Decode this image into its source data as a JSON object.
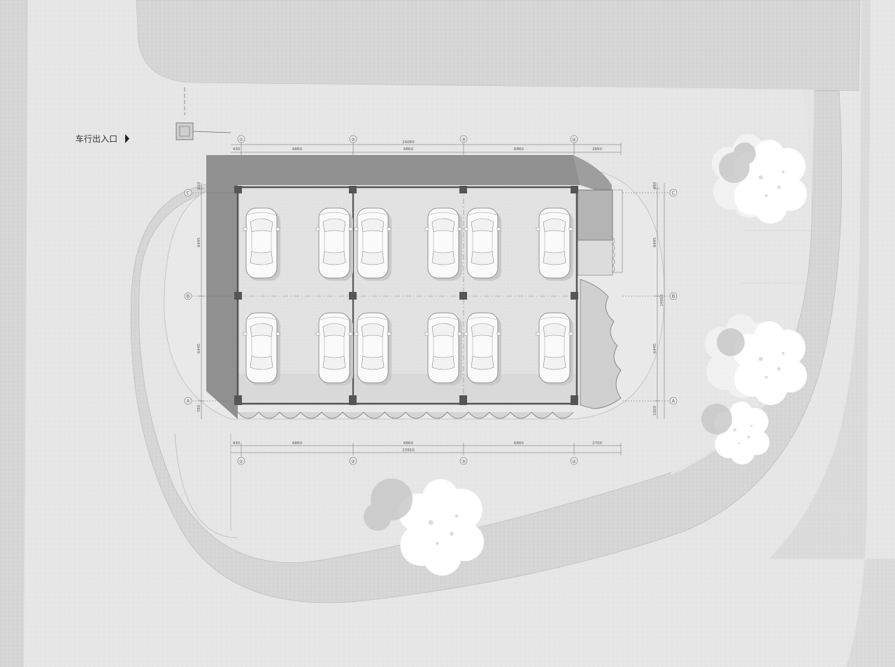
{
  "entrance": {
    "label": "车行出入口",
    "marker_icon": "triangle-marker-icon"
  },
  "grid_axes": {
    "columns": [
      "①",
      "②",
      "③",
      "④"
    ],
    "rows": [
      "C",
      "B",
      "A"
    ]
  },
  "dimensions": {
    "top_segments": [
      "430",
      "6860",
      "6860",
      "6860",
      "2850"
    ],
    "top_total": "24060",
    "bottom_segments": [
      "430",
      "6860",
      "6860",
      "6860",
      "2700"
    ],
    "bottom_total": "23910",
    "left_segments": [
      "610",
      "6445",
      "6445",
      "780"
    ],
    "right_segments": [
      "480",
      "6445",
      "6445",
      "1920"
    ],
    "right_total": "14900"
  },
  "parking": {
    "cars_per_row": 6,
    "rows": 2,
    "car_icon": "car-topview-icon"
  },
  "colors": {
    "paper": "#ededed",
    "road": "#d9d9d9",
    "canopy": "#8f8f8f",
    "column": "#555555",
    "tree": "#ffffff",
    "tree_shadow": "#c4c4c4"
  }
}
